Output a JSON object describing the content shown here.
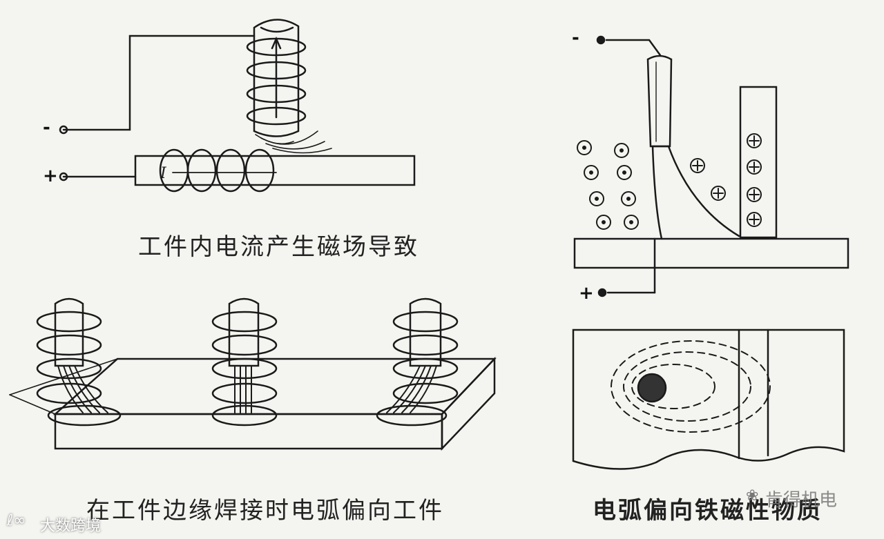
{
  "captions": {
    "top_left": "工件内电流产生磁场导致",
    "bottom_left": "在工件边缘焊接时电弧偏向工件",
    "right": "电弧偏向铁磁性物质"
  },
  "polarity": {
    "minus": "-",
    "plus": "+"
  },
  "watermarks": {
    "right_text": "肯得机电",
    "right_icon": "wechat-icon",
    "left_text": "大数跨境",
    "left_icon": "logo-icon"
  },
  "labels": {
    "current_symbol": "I"
  }
}
